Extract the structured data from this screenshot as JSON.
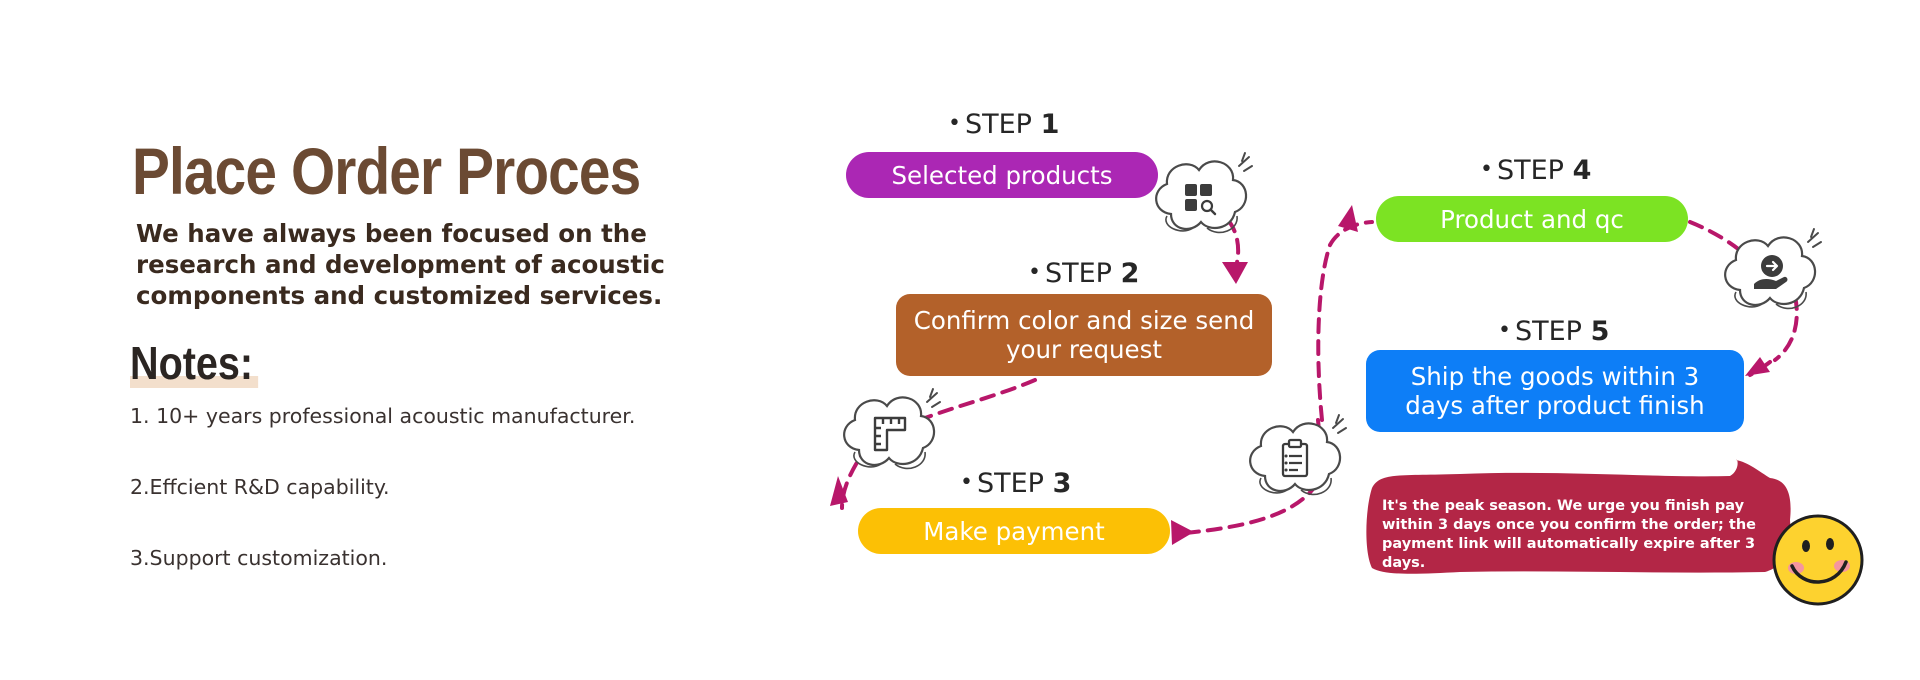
{
  "left": {
    "title": "Place Order Proces",
    "intro": "We have always been focused on the research and development of acoustic components and customized services.",
    "notes_title": "Notes:",
    "notes": [
      "1. 10+ years professional acoustic manufacturer.",
      "2.Effcient R&D capability.",
      "3.Support customization."
    ]
  },
  "steps": [
    {
      "word": "STEP",
      "number": "1",
      "text": "Selected products",
      "color": "#ab27b4",
      "icon": "product-search-icon"
    },
    {
      "word": "STEP",
      "number": "2",
      "text": "Confirm color and size send your request",
      "color": "#b3612a",
      "icon": "ruler-icon"
    },
    {
      "word": "STEP",
      "number": "3",
      "text": "Make payment",
      "color": "#fcc005",
      "icon": "clipboard-icon"
    },
    {
      "word": "STEP",
      "number": "4",
      "text": "Product and qc",
      "color": "#7ce323",
      "icon": "hand-send-icon"
    },
    {
      "word": "STEP",
      "number": "5",
      "text": "Ship the goods within 3 days after product finish",
      "color": "#0d7ef7",
      "icon": ""
    }
  ],
  "notice": {
    "text": "It's the peak season. We urge you finish pay within 3 days once you confirm the order; the payment link will automatically expire after 3 days.",
    "color": "#b32646",
    "emoji": "smiley-face-icon"
  },
  "colors": {
    "connector": "#b8176a",
    "title": "#6b4a33",
    "step_label": "#262626"
  }
}
